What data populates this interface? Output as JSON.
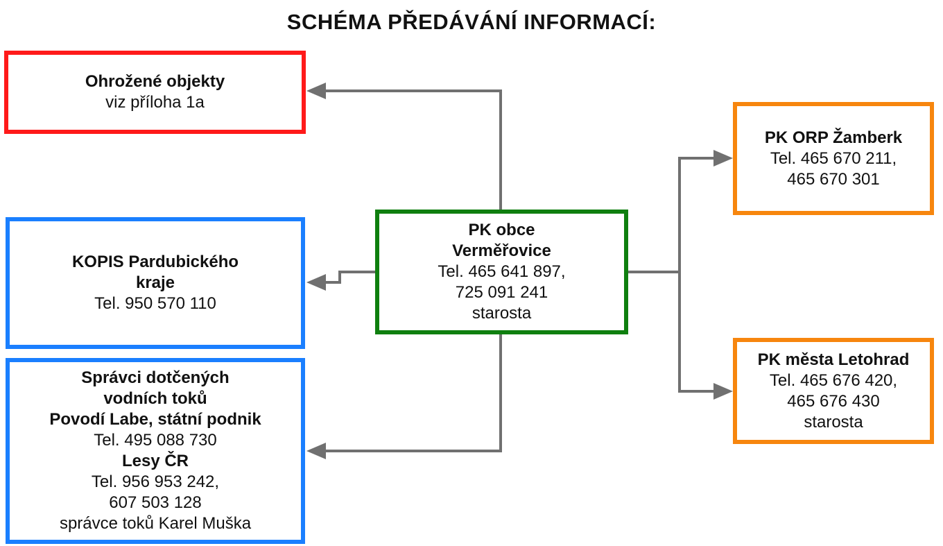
{
  "title": "SCHÉMA PŘEDÁVÁNÍ INFORMACÍ:",
  "colors": {
    "threatened_border": "#ff1a1a",
    "regional_border": "#1a7fff",
    "center_border": "#0f7f0f",
    "orp_border": "#f7860e",
    "arrow": "#707070"
  },
  "nodes": {
    "threatened": {
      "name": "Ohrožené objekty",
      "detail": "viz příloha 1a"
    },
    "kopis": {
      "name_line1": "KOPIS Pardubického",
      "name_line2": "kraje",
      "phone": "Tel. 950 570 110"
    },
    "managers": {
      "name_line1": "Správci dotčených",
      "name_line2": "vodních toků",
      "org1": "Povodí Labe, státní podnik",
      "org1_phone": "Tel. 495 088 730",
      "org2": "Lesy ČR",
      "org2_phone1": "Tel. 956 953 242,",
      "org2_phone2": "607 503 128",
      "contact": "správce toků Karel Muška"
    },
    "center": {
      "name_line1": "PK obce",
      "name_line2": "Verměřovice",
      "phone1": "Tel. 465 641 897,",
      "phone2": "725 091 241",
      "role": "starosta"
    },
    "orp": {
      "name": "PK ORP Žamberk",
      "phone1": "Tel.  465 670 211,",
      "phone2": "465 670 301"
    },
    "letohrad": {
      "name": "PK města Letohrad",
      "phone1": "Tel. 465 676 420,",
      "phone2": "465 676 430",
      "role": "starosta"
    }
  }
}
